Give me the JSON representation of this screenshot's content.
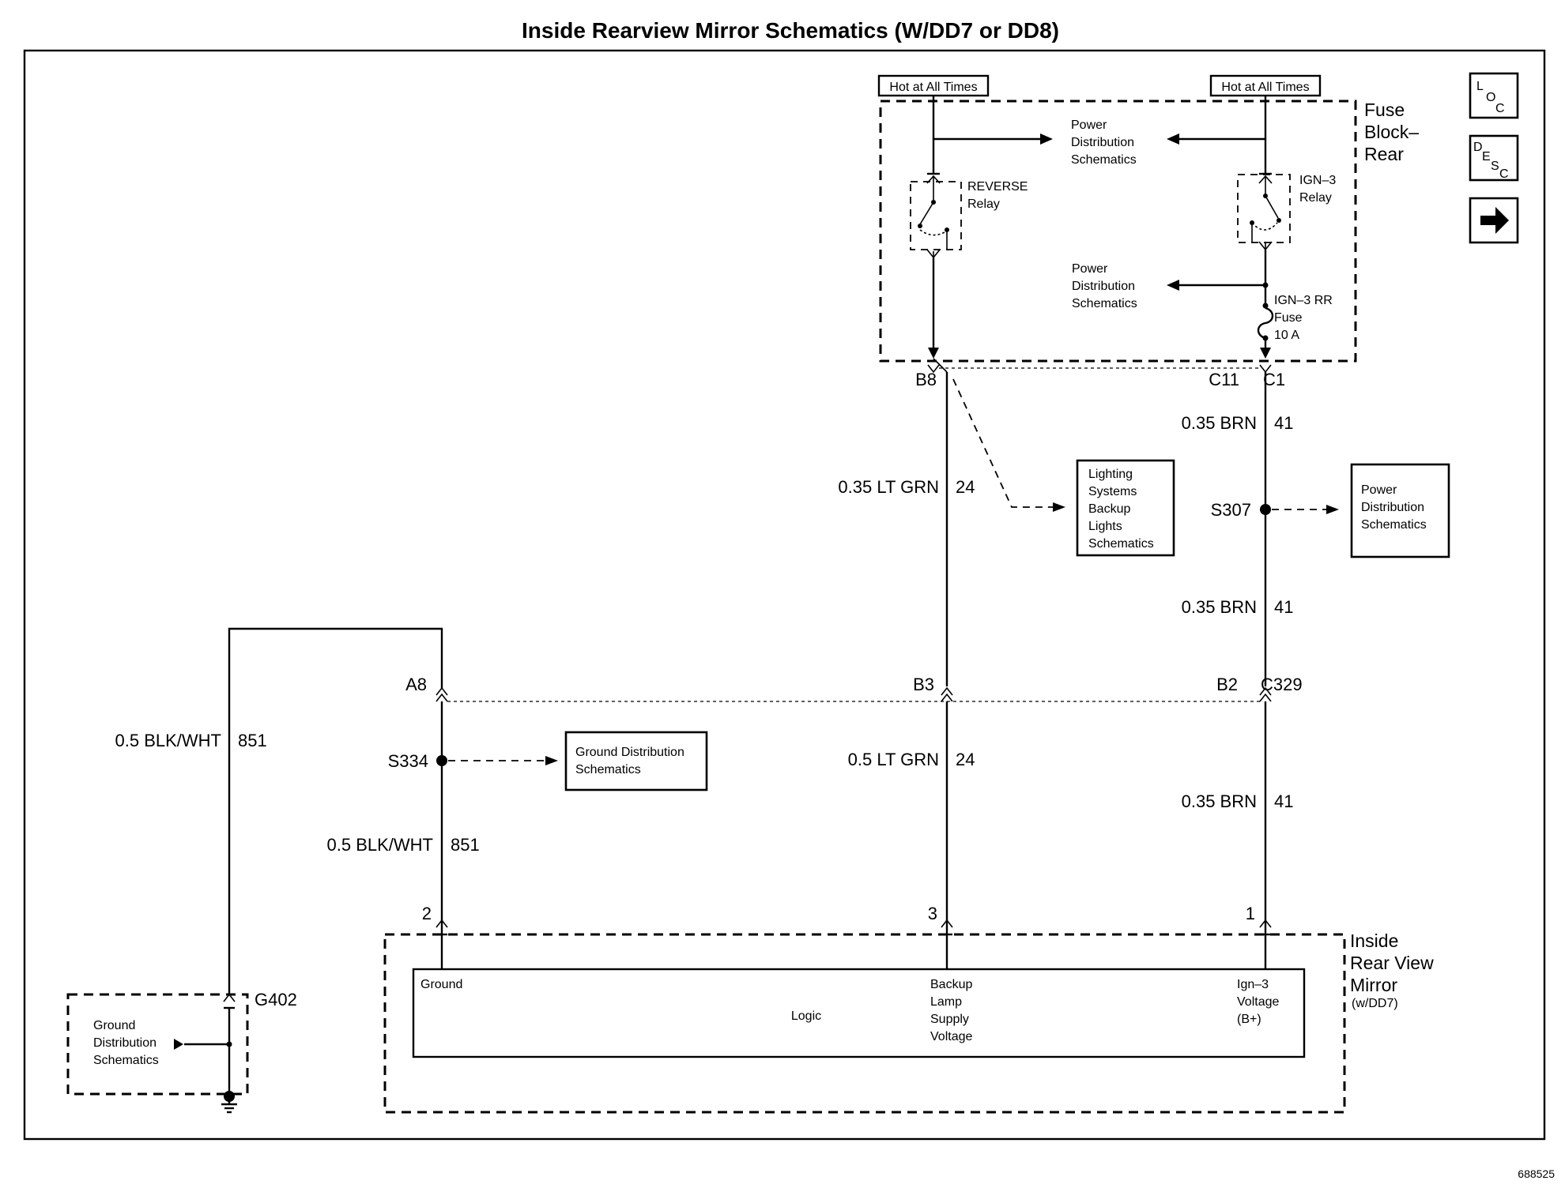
{
  "title": "Inside Rearview Mirror Schematics (W/DD7 or DD8)",
  "figure_id": "688525",
  "nav": {
    "loc": "LOC",
    "desc": "DESC",
    "next_icon": "arrow-right-icon"
  },
  "fuse_block": {
    "name": [
      "Fuse",
      "Block–",
      "Rear"
    ],
    "hot_left": "Hot at All Times",
    "hot_right": "Hot at All Times",
    "pds_upper": [
      "Power",
      "Distribution",
      "Schematics"
    ],
    "pds_lower": [
      "Power",
      "Distribution",
      "Schematics"
    ],
    "reverse_relay": [
      "REVERSE",
      "Relay"
    ],
    "ign3_relay": [
      "IGN–3",
      "Relay"
    ],
    "fuse": [
      "IGN–3 RR",
      "Fuse",
      "10 A"
    ]
  },
  "connectors": {
    "b8": "B8",
    "c11": "C11",
    "c1": "C1",
    "a8": "A8",
    "b3": "B3",
    "b2": "B2",
    "c329": "C329",
    "p2": "2",
    "p3": "3",
    "p1": "1"
  },
  "splices": {
    "s307": "S307",
    "s334": "S334",
    "g402": "G402"
  },
  "wires": {
    "ltgrn_upper": {
      "gauge": "0.35 LT GRN",
      "circuit": "24"
    },
    "ltgrn_lower": {
      "gauge": "0.5 LT GRN",
      "circuit": "24"
    },
    "brn_1": {
      "gauge": "0.35 BRN",
      "circuit": "41"
    },
    "brn_2": {
      "gauge": "0.35 BRN",
      "circuit": "41"
    },
    "brn_3": {
      "gauge": "0.35 BRN",
      "circuit": "41"
    },
    "blkwht_left": {
      "gauge": "0.5 BLK/WHT",
      "circuit": "851"
    },
    "blkwht_mid": {
      "gauge": "0.5 BLK/WHT",
      "circuit": "851"
    }
  },
  "refs": {
    "lighting": [
      "Lighting",
      "Systems",
      "Backup",
      "Lights",
      "Schematics"
    ],
    "power": [
      "Power",
      "Distribution",
      "Schematics"
    ],
    "ground_box": [
      "Ground Distribution",
      "Schematics"
    ],
    "ground_g402": [
      "Ground",
      "Distribution",
      "Schematics"
    ]
  },
  "mirror": {
    "name": [
      "Inside",
      "Rear View",
      "Mirror"
    ],
    "note": "(w/DD7)",
    "logic": "Logic",
    "ground": "Ground",
    "backup": [
      "Backup",
      "Lamp",
      "Supply",
      "Voltage"
    ],
    "ign3": [
      "Ign–3",
      "Voltage",
      "(B+)"
    ]
  }
}
